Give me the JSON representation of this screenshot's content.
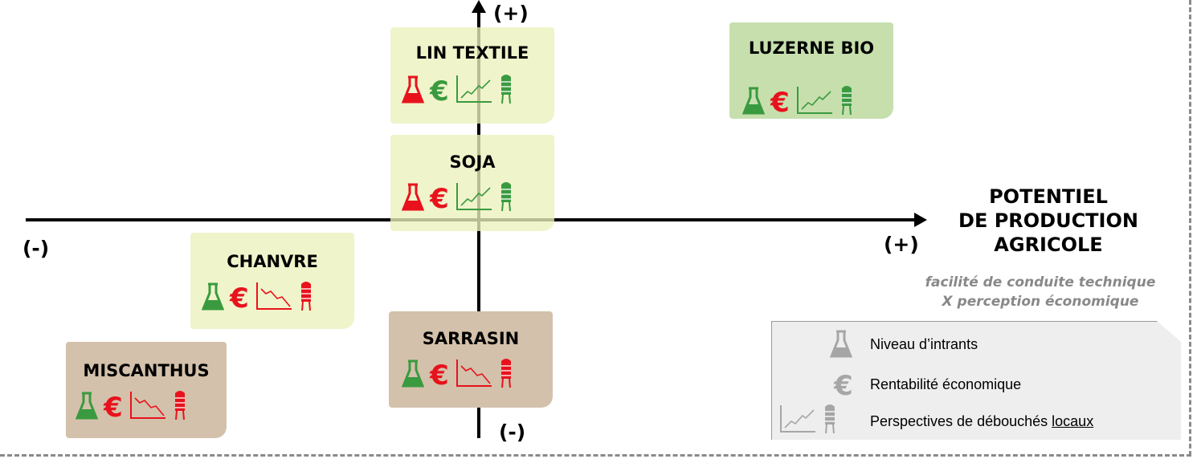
{
  "axes": {
    "y_top": "(+)",
    "y_bottom": "(-)",
    "x_left": "(-)",
    "x_right": "(+)"
  },
  "x_axis_title": [
    "POTENTIEL",
    "DE PRODUCTION",
    "AGRICOLE"
  ],
  "x_axis_subtitle": [
    "facilité de conduite technique",
    "X perception économique"
  ],
  "colors": {
    "red": "#e8121c",
    "green": "#3a9a3f",
    "grey": "#a6a6a6"
  },
  "crops": [
    {
      "name": "LIN TEXTILE",
      "style": "yellow",
      "intrants": "red",
      "rentabilite": "green",
      "trend": "up",
      "trend_color": "green",
      "silo": "green"
    },
    {
      "name": "LUZERNE BIO",
      "style": "green",
      "intrants": "green",
      "rentabilite": "red",
      "trend": "up",
      "trend_color": "green",
      "silo": "green"
    },
    {
      "name": "SOJA",
      "style": "yellow",
      "intrants": "red",
      "rentabilite": "red",
      "trend": "up",
      "trend_color": "green",
      "silo": "green"
    },
    {
      "name": "CHANVRE",
      "style": "yellow",
      "intrants": "green",
      "rentabilite": "red",
      "trend": "down",
      "trend_color": "red",
      "silo": "red"
    },
    {
      "name": "SARRASIN",
      "style": "tan",
      "intrants": "green",
      "rentabilite": "red",
      "trend": "down",
      "trend_color": "red",
      "silo": "red"
    },
    {
      "name": "MISCANTHUS",
      "style": "tan",
      "intrants": "green",
      "rentabilite": "red",
      "trend": "down",
      "trend_color": "red",
      "silo": "red"
    }
  ],
  "legend": {
    "intrants": "Niveau d’intrants",
    "rentabilite": "Rentabilité économique",
    "debouches_prefix": "Perspectives de débouchés ",
    "debouches_underlined": "locaux"
  },
  "icons": [
    "flask-icon",
    "euro-icon",
    "trend-chart-icon",
    "silo-icon"
  ]
}
